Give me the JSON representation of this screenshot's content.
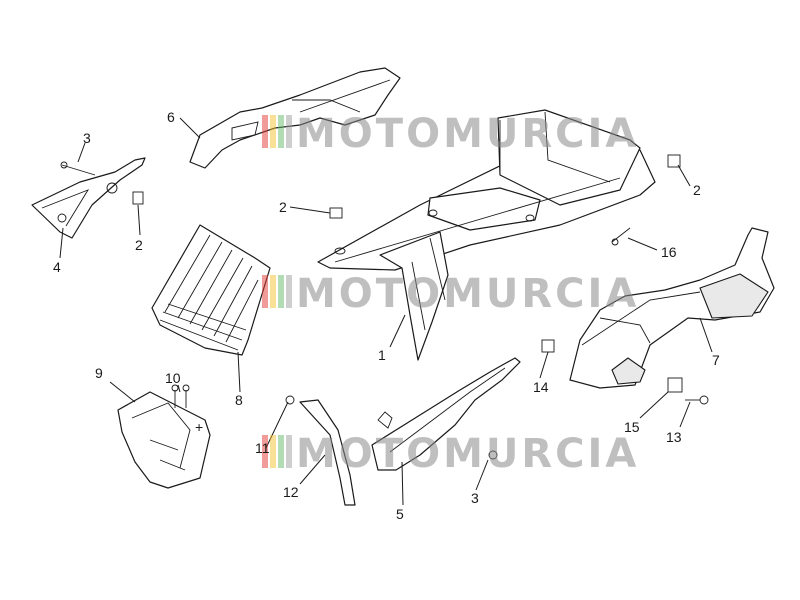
{
  "watermark": {
    "text": "MOTOMURCIA",
    "colors": [
      "#e53935",
      "#f2c230",
      "#66bb6a",
      "#9e9e9e"
    ]
  },
  "callouts": [
    {
      "id": "c1",
      "label": "1"
    },
    {
      "id": "c2a",
      "label": "2"
    },
    {
      "id": "c2b",
      "label": "2"
    },
    {
      "id": "c2c",
      "label": "2"
    },
    {
      "id": "c3a",
      "label": "3"
    },
    {
      "id": "c3b",
      "label": "3"
    },
    {
      "id": "c4",
      "label": "4"
    },
    {
      "id": "c5",
      "label": "5"
    },
    {
      "id": "c6",
      "label": "6"
    },
    {
      "id": "c7",
      "label": "7"
    },
    {
      "id": "c8",
      "label": "8"
    },
    {
      "id": "c9",
      "label": "9"
    },
    {
      "id": "c10",
      "label": "10"
    },
    {
      "id": "c11",
      "label": "11"
    },
    {
      "id": "c12",
      "label": "12"
    },
    {
      "id": "c13",
      "label": "13"
    },
    {
      "id": "c14",
      "label": "14"
    },
    {
      "id": "c15",
      "label": "15"
    },
    {
      "id": "c16",
      "label": "16"
    }
  ]
}
